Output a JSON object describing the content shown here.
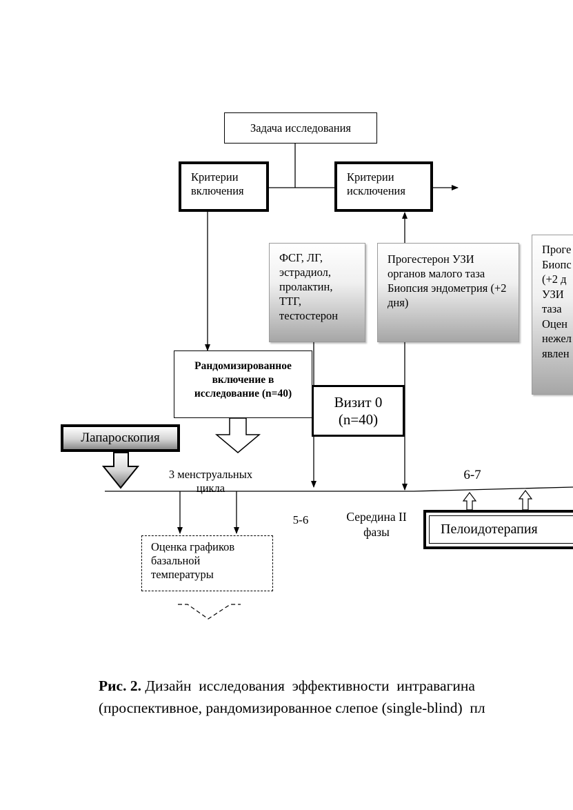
{
  "diagram": {
    "task": "Задача  исследования",
    "inclusion": "Критерии включения",
    "exclusion": "Критерии исключения",
    "labs_box": "ФСГ, ЛГ, эстрадиол, пролактин, ТТГ, тестостерон",
    "progesterone_box": "Прогестерон УЗИ органов малого таза Биопсия эндометрия (+2 дня)",
    "right_box_lines": [
      "Проге",
      "Биопс",
      "(+2 д",
      "УЗИ",
      "таза",
      "Оцен",
      "нежел",
      "явлен"
    ],
    "randomized": "Рандомизированное включение в исследование (n=40)",
    "visit0_line1": "Визит 0",
    "visit0_line2": "(n=40)",
    "laparoscopy": "Лапароскопия",
    "menstrual_cycles": "3 менструальных цикла",
    "days_5_6": "5-6",
    "days_6_7": "6-7",
    "mid_phase": "Середина II фазы",
    "peloid": "Пелоидотерапия",
    "bbt": "Оценка графиков базальной температуры"
  },
  "caption": {
    "label": "Рис. 2.",
    "line1": "Дизайн  исследования  эффективности  интравагина",
    "line2": "(проспективное, рандомизированное слепое (single-blind)  пл"
  }
}
